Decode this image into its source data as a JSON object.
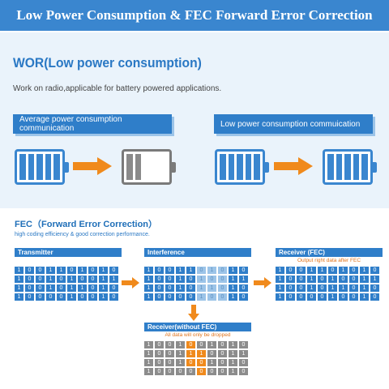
{
  "banner": {
    "title": "Low Power Consumption & FEC Forward Error Correction"
  },
  "wor": {
    "title": "WOR(Low power consumption)",
    "subtitle": "Work on radio,applicable for battery powered applications.",
    "average_label": "Average power consumption communication",
    "low_label": "Low power consumption commuication"
  },
  "colors": {
    "accent": "#2f7ec9",
    "arrow": "#f08a1c",
    "error": "#f08a1c",
    "lost": "#8c8c8c"
  },
  "fec": {
    "title": "FEC（Forward Error Correction）",
    "subtitle": "high coding efficiency & good correction performance.",
    "transmitter": {
      "title": "Transmitter",
      "rows": [
        [
          "1",
          "0",
          "0",
          "1",
          "1",
          "0",
          "1",
          "0",
          "1",
          "0"
        ],
        [
          "1",
          "0",
          "0",
          "1",
          "0",
          "1",
          "0",
          "0",
          "1",
          "1"
        ],
        [
          "1",
          "0",
          "0",
          "1",
          "0",
          "1",
          "1",
          "0",
          "1",
          "0"
        ],
        [
          "1",
          "0",
          "0",
          "0",
          "0",
          "1",
          "0",
          "0",
          "1",
          "0"
        ]
      ]
    },
    "interference": {
      "title": "Interference",
      "rows": [
        [
          "1",
          "0",
          "0",
          "1",
          "1",
          "0",
          "1",
          "0",
          "1",
          "0"
        ],
        [
          "1",
          "0",
          "0",
          "1",
          "0",
          "1",
          "0",
          "0",
          "1",
          "1"
        ],
        [
          "1",
          "0",
          "0",
          "1",
          "0",
          "1",
          "1",
          "0",
          "1",
          "0"
        ],
        [
          "1",
          "0",
          "0",
          "0",
          "0",
          "1",
          "0",
          "0",
          "1",
          "0"
        ]
      ]
    },
    "receiver_fec": {
      "title": "Receiver (FEC)",
      "note": "Output right data after FEC",
      "rows": [
        [
          "1",
          "0",
          "0",
          "1",
          "1",
          "0",
          "1",
          "0",
          "1",
          "0"
        ],
        [
          "1",
          "0",
          "0",
          "1",
          "0",
          "1",
          "0",
          "0",
          "1",
          "1"
        ],
        [
          "1",
          "0",
          "0",
          "1",
          "0",
          "1",
          "1",
          "0",
          "1",
          "0"
        ],
        [
          "1",
          "0",
          "0",
          "0",
          "0",
          "1",
          "0",
          "0",
          "1",
          "0"
        ]
      ]
    },
    "receiver_no_fec": {
      "title": "Receiver(without FEC)",
      "note": "All data will only be dropped",
      "rows": [
        [
          "1",
          "0",
          "0",
          "1",
          "0",
          "0",
          "1",
          "0",
          "1",
          "0"
        ],
        [
          "1",
          "0",
          "0",
          "1",
          "1",
          "1",
          "0",
          "0",
          "1",
          "1"
        ],
        [
          "1",
          "0",
          "0",
          "1",
          "0",
          "0",
          "1",
          "0",
          "1",
          "0"
        ],
        [
          "1",
          "0",
          "0",
          "0",
          "0",
          "0",
          "0",
          "0",
          "1",
          "0"
        ]
      ],
      "error_cells": [
        [
          0,
          4
        ],
        [
          1,
          4
        ],
        [
          1,
          5
        ],
        [
          2,
          4
        ],
        [
          2,
          5
        ],
        [
          3,
          5
        ]
      ]
    }
  }
}
